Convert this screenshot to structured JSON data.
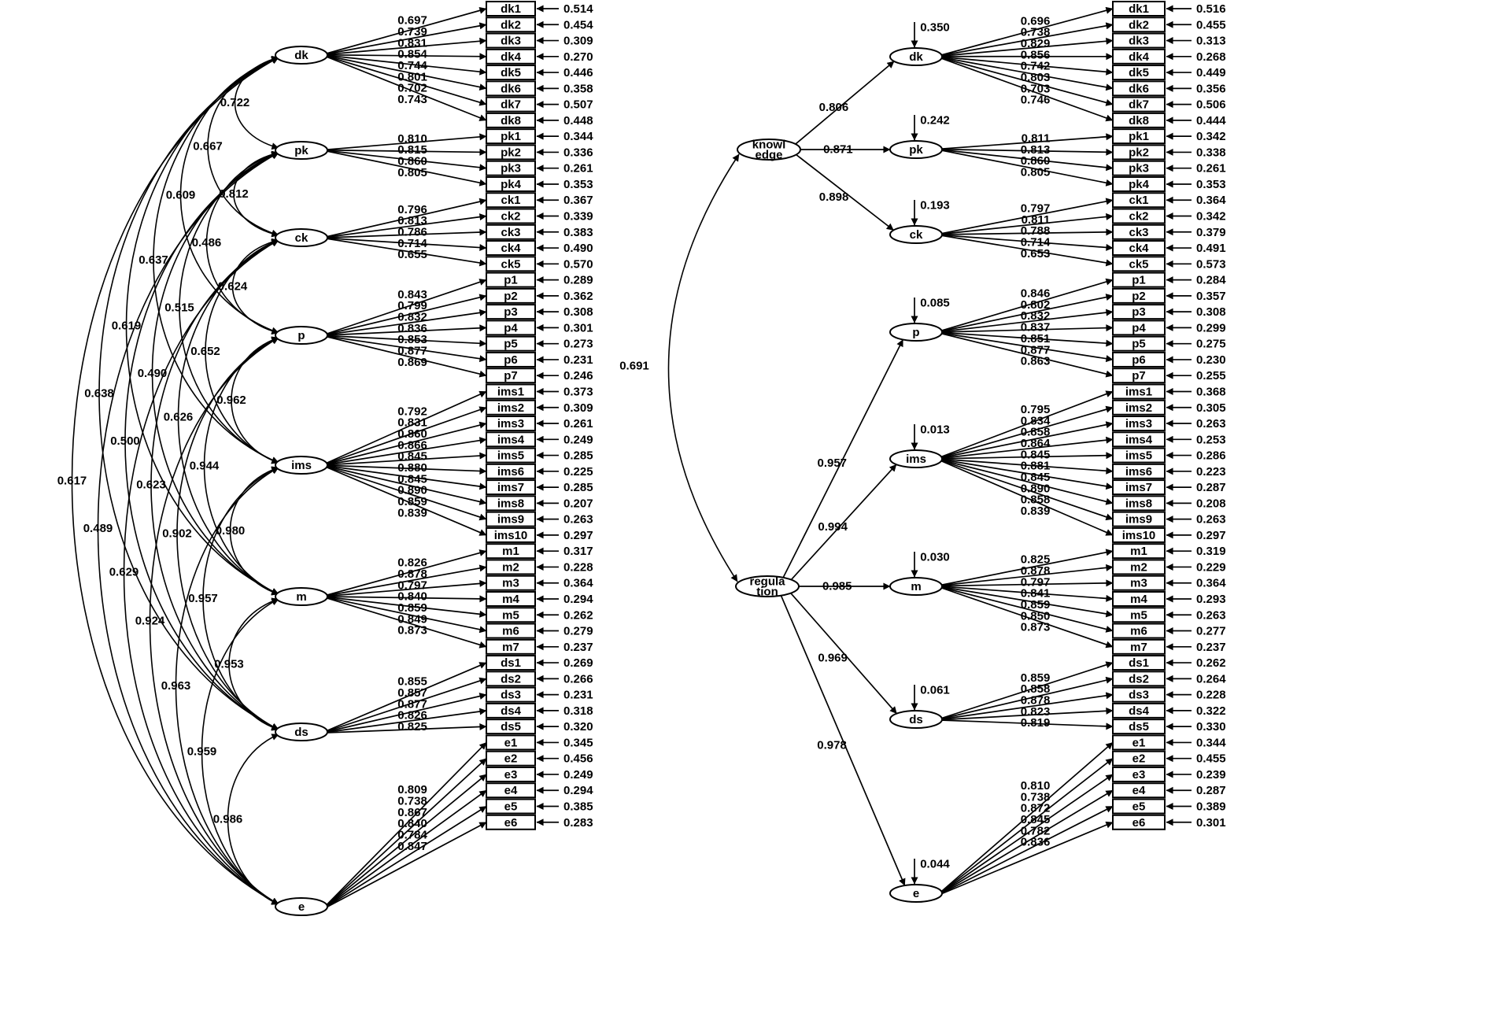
{
  "left_model": {
    "factors": [
      {
        "name": "dk",
        "indicators": [
          {
            "name": "dk1",
            "loading": "0.697",
            "error": "0.514"
          },
          {
            "name": "dk2",
            "loading": "0.739",
            "error": "0.454"
          },
          {
            "name": "dk3",
            "loading": "0.831",
            "error": "0.309"
          },
          {
            "name": "dk4",
            "loading": "0.854",
            "error": "0.270"
          },
          {
            "name": "dk5",
            "loading": "0.744",
            "error": "0.446"
          },
          {
            "name": "dk6",
            "loading": "0.801",
            "error": "0.358"
          },
          {
            "name": "dk7",
            "loading": "0.702",
            "error": "0.507"
          },
          {
            "name": "dk8",
            "loading": "0.743",
            "error": "0.448"
          }
        ]
      },
      {
        "name": "pk",
        "indicators": [
          {
            "name": "pk1",
            "loading": "0.810",
            "error": "0.344"
          },
          {
            "name": "pk2",
            "loading": "0.815",
            "error": "0.336"
          },
          {
            "name": "pk3",
            "loading": "0.860",
            "error": "0.261"
          },
          {
            "name": "pk4",
            "loading": "0.805",
            "error": "0.353"
          }
        ]
      },
      {
        "name": "ck",
        "indicators": [
          {
            "name": "ck1",
            "loading": "0.796",
            "error": "0.367"
          },
          {
            "name": "ck2",
            "loading": "0.813",
            "error": "0.339"
          },
          {
            "name": "ck3",
            "loading": "0.786",
            "error": "0.383"
          },
          {
            "name": "ck4",
            "loading": "0.714",
            "error": "0.490"
          },
          {
            "name": "ck5",
            "loading": "0.655",
            "error": "0.570"
          }
        ]
      },
      {
        "name": "p",
        "indicators": [
          {
            "name": "p1",
            "loading": "0.843",
            "error": "0.289"
          },
          {
            "name": "p2",
            "loading": "0.799",
            "error": "0.362"
          },
          {
            "name": "p3",
            "loading": "0.832",
            "error": "0.308"
          },
          {
            "name": "p4",
            "loading": "0.836",
            "error": "0.301"
          },
          {
            "name": "p5",
            "loading": "0.853",
            "error": "0.273"
          },
          {
            "name": "p6",
            "loading": "0.877",
            "error": "0.231"
          },
          {
            "name": "p7",
            "loading": "0.869",
            "error": "0.246"
          }
        ]
      },
      {
        "name": "ims",
        "indicators": [
          {
            "name": "ims1",
            "loading": "0.792",
            "error": "0.373"
          },
          {
            "name": "ims2",
            "loading": "0.831",
            "error": "0.309"
          },
          {
            "name": "ims3",
            "loading": "0.860",
            "error": "0.261"
          },
          {
            "name": "ims4",
            "loading": "0.866",
            "error": "0.249"
          },
          {
            "name": "ims5",
            "loading": "0.845",
            "error": "0.285"
          },
          {
            "name": "ims6",
            "loading": "0.880",
            "error": "0.225"
          },
          {
            "name": "ims7",
            "loading": "0.845",
            "error": "0.285"
          },
          {
            "name": "ims8",
            "loading": "0.890",
            "error": "0.207"
          },
          {
            "name": "ims9",
            "loading": "0.859",
            "error": "0.263"
          },
          {
            "name": "ims10",
            "loading": "0.839",
            "error": "0.297"
          }
        ]
      },
      {
        "name": "m",
        "indicators": [
          {
            "name": "m1",
            "loading": "0.826",
            "error": "0.317"
          },
          {
            "name": "m2",
            "loading": "0.878",
            "error": "0.228"
          },
          {
            "name": "m3",
            "loading": "0.797",
            "error": "0.364"
          },
          {
            "name": "m4",
            "loading": "0.840",
            "error": "0.294"
          },
          {
            "name": "m5",
            "loading": "0.859",
            "error": "0.262"
          },
          {
            "name": "m6",
            "loading": "0.849",
            "error": "0.279"
          },
          {
            "name": "m7",
            "loading": "0.873",
            "error": "0.237"
          }
        ]
      },
      {
        "name": "ds",
        "indicators": [
          {
            "name": "ds1",
            "loading": "0.855",
            "error": "0.269"
          },
          {
            "name": "ds2",
            "loading": "0.857",
            "error": "0.266"
          },
          {
            "name": "ds3",
            "loading": "0.877",
            "error": "0.231"
          },
          {
            "name": "ds4",
            "loading": "0.826",
            "error": "0.318"
          },
          {
            "name": "ds5",
            "loading": "0.825",
            "error": "0.320"
          }
        ]
      },
      {
        "name": "e",
        "indicators": [
          {
            "name": "e1",
            "loading": "0.809",
            "error": "0.345"
          },
          {
            "name": "e2",
            "loading": "0.738",
            "error": "0.456"
          },
          {
            "name": "e3",
            "loading": "0.867",
            "error": "0.249"
          },
          {
            "name": "e4",
            "loading": "0.840",
            "error": "0.294"
          },
          {
            "name": "e5",
            "loading": "0.784",
            "error": "0.385"
          },
          {
            "name": "e6",
            "loading": "0.847",
            "error": "0.283"
          }
        ]
      }
    ],
    "covariances": [
      {
        "from": "dk",
        "to": "pk",
        "value": "0.722"
      },
      {
        "from": "dk",
        "to": "ck",
        "value": "0.667"
      },
      {
        "from": "dk",
        "to": "p",
        "value": "0.609"
      },
      {
        "from": "dk",
        "to": "ims",
        "value": "0.637"
      },
      {
        "from": "dk",
        "to": "m",
        "value": "0.619"
      },
      {
        "from": "dk",
        "to": "ds",
        "value": "0.638"
      },
      {
        "from": "dk",
        "to": "e",
        "value": "0.617"
      },
      {
        "from": "pk",
        "to": "ck",
        "value": "0.812"
      },
      {
        "from": "pk",
        "to": "p",
        "value": "0.486"
      },
      {
        "from": "pk",
        "to": "ims",
        "value": "0.515"
      },
      {
        "from": "pk",
        "to": "m",
        "value": "0.490"
      },
      {
        "from": "pk",
        "to": "ds",
        "value": "0.500"
      },
      {
        "from": "pk",
        "to": "e",
        "value": "0.489"
      },
      {
        "from": "ck",
        "to": "p",
        "value": "0.624"
      },
      {
        "from": "ck",
        "to": "ims",
        "value": "0.652"
      },
      {
        "from": "ck",
        "to": "m",
        "value": "0.626"
      },
      {
        "from": "ck",
        "to": "ds",
        "value": "0.623"
      },
      {
        "from": "ck",
        "to": "e",
        "value": "0.629"
      },
      {
        "from": "p",
        "to": "ims",
        "value": "0.962"
      },
      {
        "from": "p",
        "to": "m",
        "value": "0.944"
      },
      {
        "from": "p",
        "to": "ds",
        "value": "0.902"
      },
      {
        "from": "p",
        "to": "e",
        "value": "0.924"
      },
      {
        "from": "ims",
        "to": "m",
        "value": "0.980"
      },
      {
        "from": "ims",
        "to": "ds",
        "value": "0.957"
      },
      {
        "from": "ims",
        "to": "e",
        "value": "0.963"
      },
      {
        "from": "m",
        "to": "ds",
        "value": "0.953"
      },
      {
        "from": "m",
        "to": "e",
        "value": "0.959"
      },
      {
        "from": "ds",
        "to": "e",
        "value": "0.986"
      }
    ]
  },
  "right_model": {
    "second_order": [
      {
        "line1": "knowl",
        "line2": "edge"
      },
      {
        "line1": "regula",
        "line2": "tion"
      }
    ],
    "second_order_covariance": "0.691",
    "factors": [
      {
        "name": "dk",
        "parent": 0,
        "path": "0.806",
        "residual": "0.350",
        "indicators": [
          {
            "name": "dk1",
            "loading": "0.696",
            "error": "0.516"
          },
          {
            "name": "dk2",
            "loading": "0.738",
            "error": "0.455"
          },
          {
            "name": "dk3",
            "loading": "0.829",
            "error": "0.313"
          },
          {
            "name": "dk4",
            "loading": "0.856",
            "error": "0.268"
          },
          {
            "name": "dk5",
            "loading": "0.742",
            "error": "0.449"
          },
          {
            "name": "dk6",
            "loading": "0.803",
            "error": "0.356"
          },
          {
            "name": "dk7",
            "loading": "0.703",
            "error": "0.506"
          },
          {
            "name": "dk8",
            "loading": "0.746",
            "error": "0.444"
          }
        ]
      },
      {
        "name": "pk",
        "parent": 0,
        "path": "0.871",
        "residual": "0.242",
        "indicators": [
          {
            "name": "pk1",
            "loading": "0.811",
            "error": "0.342"
          },
          {
            "name": "pk2",
            "loading": "0.813",
            "error": "0.338"
          },
          {
            "name": "pk3",
            "loading": "0.860",
            "error": "0.261"
          },
          {
            "name": "pk4",
            "loading": "0.805",
            "error": "0.353"
          }
        ]
      },
      {
        "name": "ck",
        "parent": 0,
        "path": "0.898",
        "residual": "0.193",
        "indicators": [
          {
            "name": "ck1",
            "loading": "0.797",
            "error": "0.364"
          },
          {
            "name": "ck2",
            "loading": "0.811",
            "error": "0.342"
          },
          {
            "name": "ck3",
            "loading": "0.788",
            "error": "0.379"
          },
          {
            "name": "ck4",
            "loading": "0.714",
            "error": "0.491"
          },
          {
            "name": "ck5",
            "loading": "0.653",
            "error": "0.573"
          }
        ]
      },
      {
        "name": "p",
        "parent": 1,
        "path": "0.957",
        "residual": "0.085",
        "indicators": [
          {
            "name": "p1",
            "loading": "0.846",
            "error": "0.284"
          },
          {
            "name": "p2",
            "loading": "0.802",
            "error": "0.357"
          },
          {
            "name": "p3",
            "loading": "0.832",
            "error": "0.308"
          },
          {
            "name": "p4",
            "loading": "0.837",
            "error": "0.299"
          },
          {
            "name": "p5",
            "loading": "0.851",
            "error": "0.275"
          },
          {
            "name": "p6",
            "loading": "0.877",
            "error": "0.230"
          },
          {
            "name": "p7",
            "loading": "0.863",
            "error": "0.255"
          }
        ]
      },
      {
        "name": "ims",
        "parent": 1,
        "path": "0.994",
        "residual": "0.013",
        "indicators": [
          {
            "name": "ims1",
            "loading": "0.795",
            "error": "0.368"
          },
          {
            "name": "ims2",
            "loading": "0.834",
            "error": "0.305"
          },
          {
            "name": "ims3",
            "loading": "0.858",
            "error": "0.263"
          },
          {
            "name": "ims4",
            "loading": "0.864",
            "error": "0.253"
          },
          {
            "name": "ims5",
            "loading": "0.845",
            "error": "0.286"
          },
          {
            "name": "ims6",
            "loading": "0.881",
            "error": "0.223"
          },
          {
            "name": "ims7",
            "loading": "0.845",
            "error": "0.287"
          },
          {
            "name": "ims8",
            "loading": "0.890",
            "error": "0.208"
          },
          {
            "name": "ims9",
            "loading": "0.858",
            "error": "0.263"
          },
          {
            "name": "ims10",
            "loading": "0.839",
            "error": "0.297"
          }
        ]
      },
      {
        "name": "m",
        "parent": 1,
        "path": "0.985",
        "residual": "0.030",
        "indicators": [
          {
            "name": "m1",
            "loading": "0.825",
            "error": "0.319"
          },
          {
            "name": "m2",
            "loading": "0.878",
            "error": "0.229"
          },
          {
            "name": "m3",
            "loading": "0.797",
            "error": "0.364"
          },
          {
            "name": "m4",
            "loading": "0.841",
            "error": "0.293"
          },
          {
            "name": "m5",
            "loading": "0.859",
            "error": "0.263"
          },
          {
            "name": "m6",
            "loading": "0.850",
            "error": "0.277"
          },
          {
            "name": "m7",
            "loading": "0.873",
            "error": "0.237"
          }
        ]
      },
      {
        "name": "ds",
        "parent": 1,
        "path": "0.969",
        "residual": "0.061",
        "indicators": [
          {
            "name": "ds1",
            "loading": "0.859",
            "error": "0.262"
          },
          {
            "name": "ds2",
            "loading": "0.858",
            "error": "0.264"
          },
          {
            "name": "ds3",
            "loading": "0.878",
            "error": "0.228"
          },
          {
            "name": "ds4",
            "loading": "0.823",
            "error": "0.322"
          },
          {
            "name": "ds5",
            "loading": "0.819",
            "error": "0.330"
          }
        ]
      },
      {
        "name": "e",
        "parent": 1,
        "path": "0.978",
        "residual": "0.044",
        "indicators": [
          {
            "name": "e1",
            "loading": "0.810",
            "error": "0.344"
          },
          {
            "name": "e2",
            "loading": "0.738",
            "error": "0.455"
          },
          {
            "name": "e3",
            "loading": "0.872",
            "error": "0.239"
          },
          {
            "name": "e4",
            "loading": "0.845",
            "error": "0.287"
          },
          {
            "name": "e5",
            "loading": "0.782",
            "error": "0.389"
          },
          {
            "name": "e6",
            "loading": "0.836",
            "error": "0.301"
          }
        ]
      }
    ]
  }
}
